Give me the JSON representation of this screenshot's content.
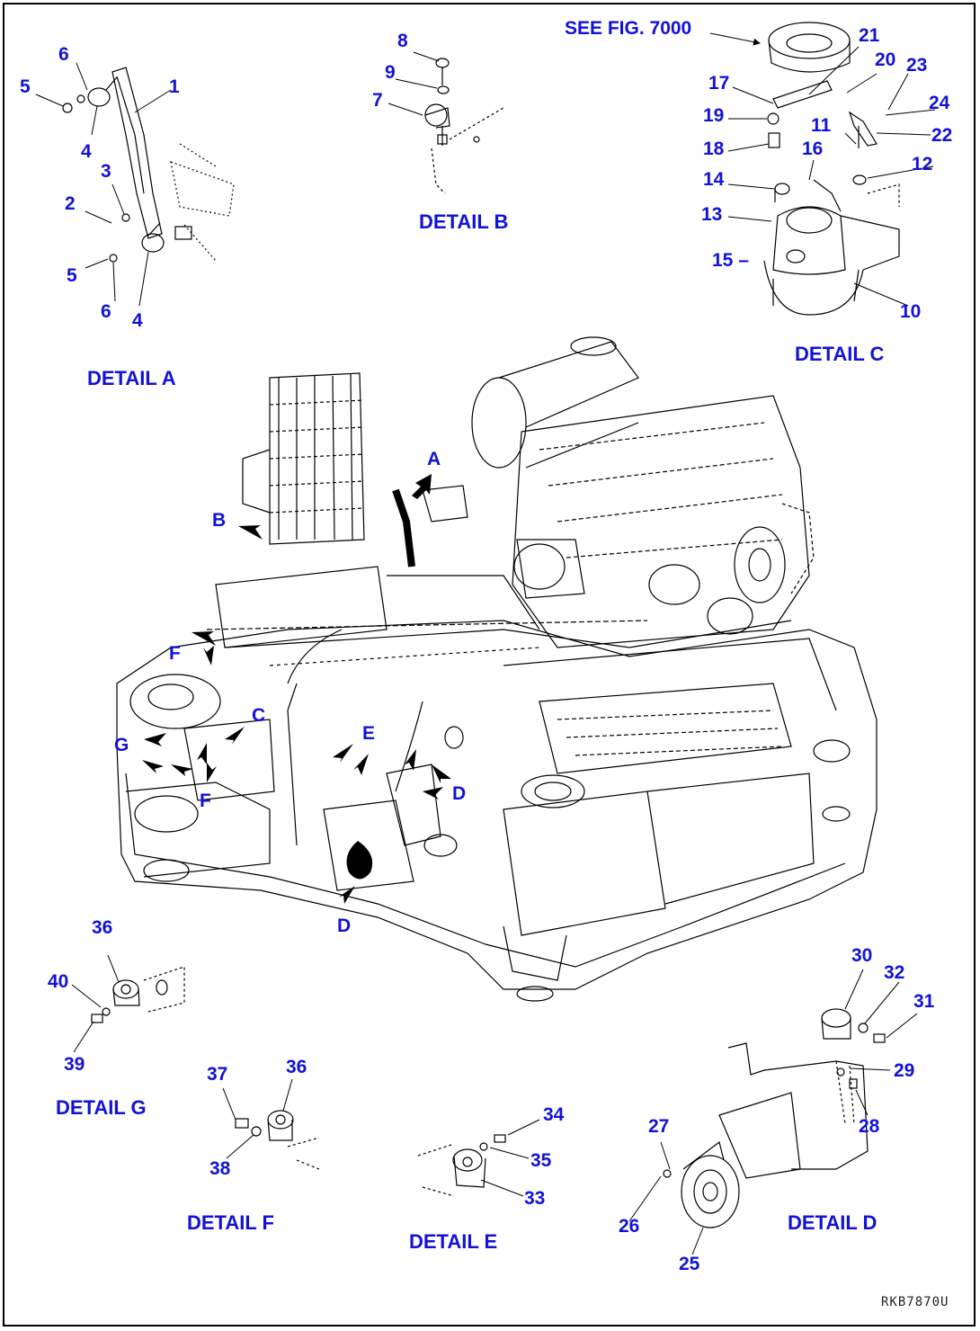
{
  "drawing_code": "RKB7870U",
  "see_fig": "SEE FIG. 7000",
  "details": {
    "a": "DETAIL A",
    "b": "DETAIL B",
    "c": "DETAIL C",
    "d": "DETAIL D",
    "e": "DETAIL E",
    "f": "DETAIL F",
    "g": "DETAIL G"
  },
  "callouts": {
    "a": "A",
    "b": "B",
    "c": "C",
    "d1": "D",
    "d2": "D",
    "e": "E",
    "f1": "F",
    "f2": "F",
    "g": "G"
  },
  "parts": {
    "n1": "1",
    "n2": "2",
    "n3": "3",
    "n4a": "4",
    "n4b": "4",
    "n5a": "5",
    "n5b": "5",
    "n6a": "6",
    "n6b": "6",
    "n7": "7",
    "n8": "8",
    "n9": "9",
    "n10": "10",
    "n11": "11",
    "n12": "12",
    "n13": "13",
    "n14": "14",
    "n15": "15 –",
    "n16": "16",
    "n17": "17",
    "n18": "18",
    "n19": "19",
    "n20": "20",
    "n21": "21",
    "n22": "22",
    "n23": "23",
    "n24": "24",
    "n25": "25",
    "n26": "26",
    "n27": "27",
    "n28": "28",
    "n29": "29",
    "n30": "30",
    "n31": "31",
    "n32": "32",
    "n33": "33",
    "n34": "34",
    "n35": "35",
    "n36a": "36",
    "n36b": "36",
    "n37": "37",
    "n38": "38",
    "n39": "39",
    "n40": "40"
  },
  "colors": {
    "label": "#1212d8",
    "line": "#000000"
  }
}
